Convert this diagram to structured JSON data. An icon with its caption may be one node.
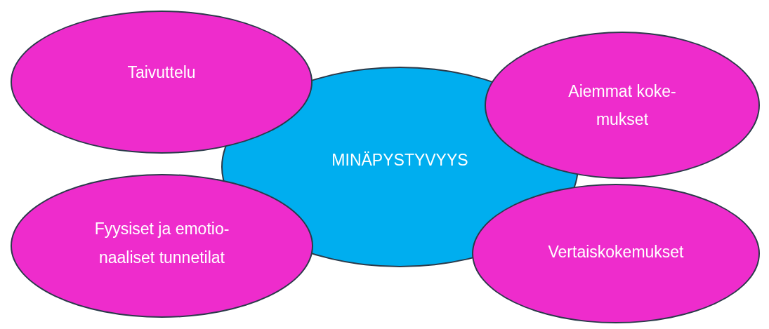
{
  "diagram": {
    "nodes": [
      {
        "text": [
          "Taivuttelu"
        ]
      },
      {
        "text": [
          "Aiemmat koke- mukset"
        ]
      },
      {
        "text": [
          "MINÄPYSTYVYYS"
        ]
      },
      {
        "text": [
          "Fyysiset ja emotio- naaliset tunnetilat"
        ]
      },
      {
        "text": [
          "Vertaiskokemukset"
        ]
      }
    ]
  }
}
